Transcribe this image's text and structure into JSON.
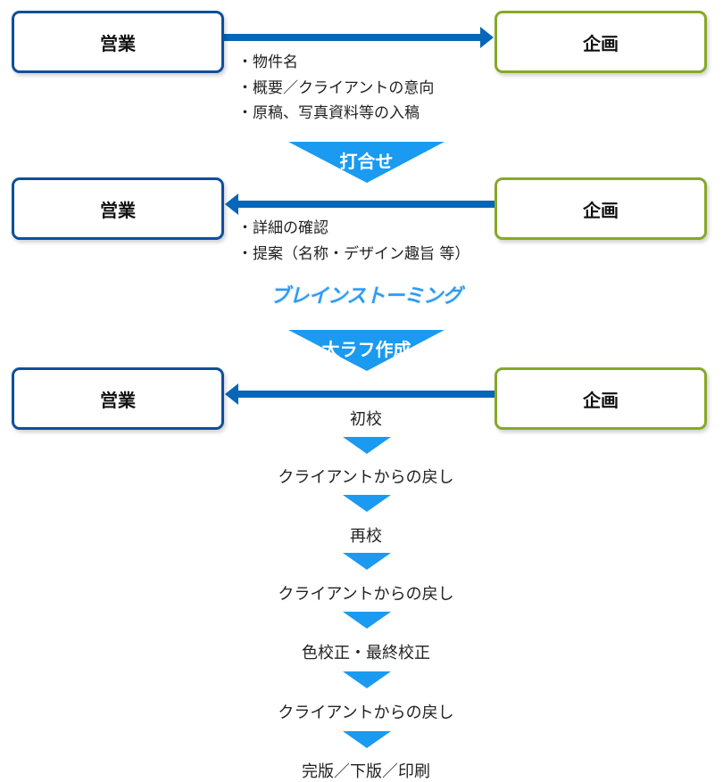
{
  "colors": {
    "sales_border": "#0e4f9c",
    "plan_border": "#86a925",
    "arrow_dark": "#0866b8",
    "arrow_light": "#1a9af0"
  },
  "rows": [
    {
      "sales": "営業",
      "plan": "企画",
      "direction": "right"
    },
    {
      "sales": "営業",
      "plan": "企画",
      "direction": "left"
    },
    {
      "sales": "営業",
      "plan": "企画",
      "direction": "left"
    }
  ],
  "notes1": [
    "・物件名",
    "・概要／クライアントの意向",
    "・原稿、写真資料等の入稿"
  ],
  "meeting_label": "打合せ",
  "notes2": [
    "・詳細の確認",
    "・提案（名称・デザイン趣旨 等）"
  ],
  "brainstorm_label": "ブレインストーミング",
  "rough_label": "大ラフ作成",
  "steps": [
    "初校",
    "クライアントからの戻し",
    "再校",
    "クライアントからの戻し",
    "色校正・最終校正",
    "クライアントからの戻し",
    "完版／下版／印刷"
  ]
}
